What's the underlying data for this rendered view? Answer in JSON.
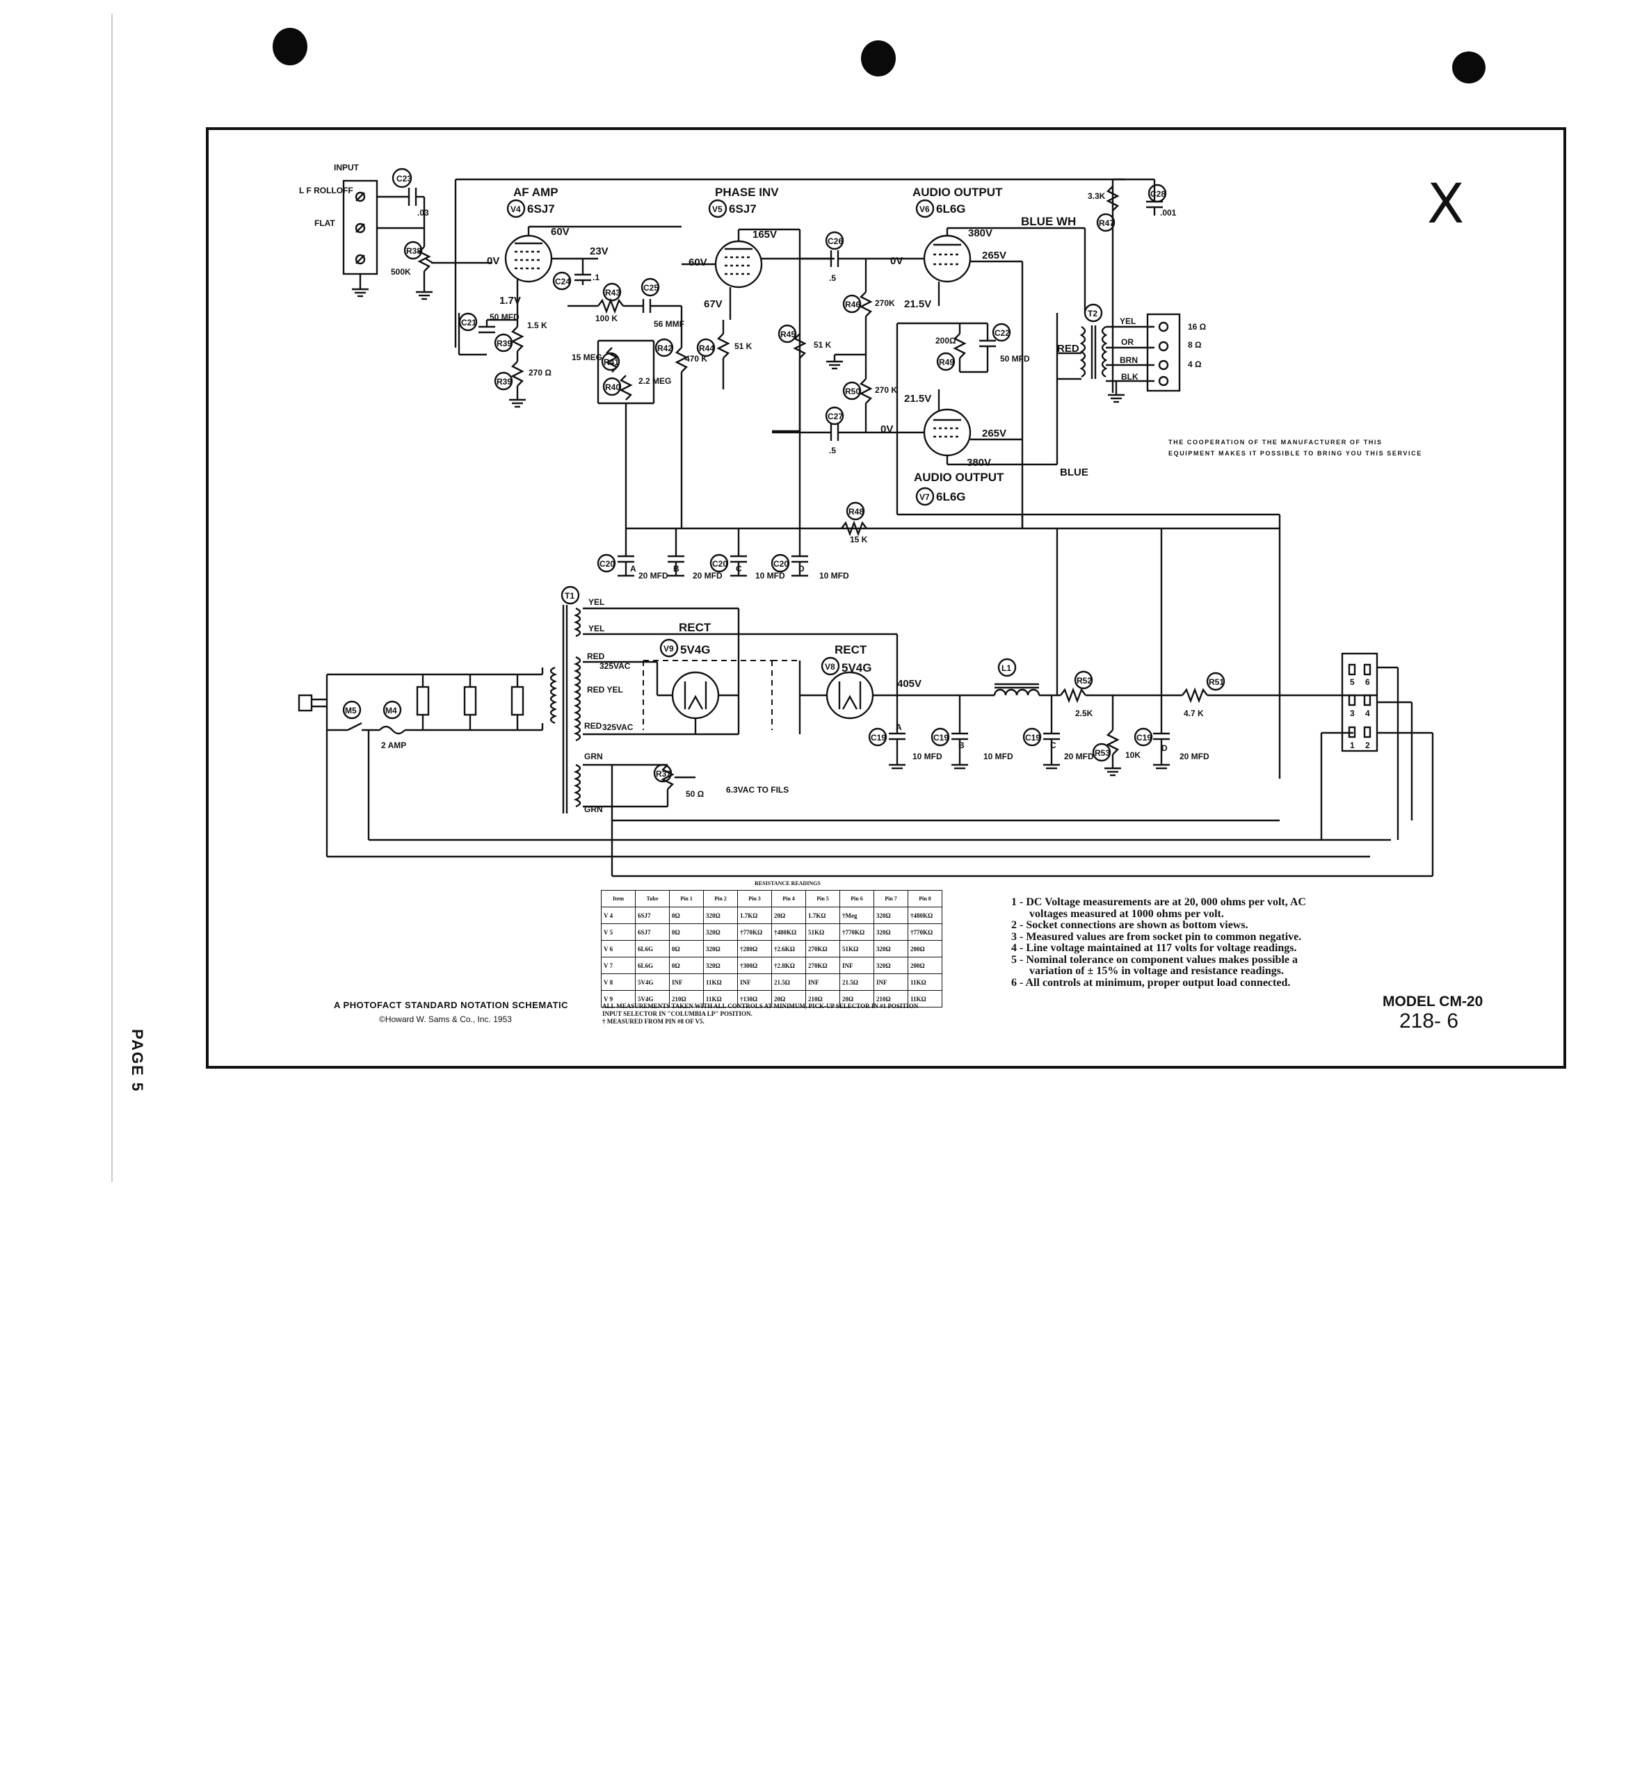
{
  "schematic": {
    "input_block": {
      "title": "INPUT",
      "switch_labels": [
        "L F ROLLOFF",
        "FLAT"
      ]
    },
    "tubes": [
      {
        "ref": "V4",
        "type": "6SJ7",
        "function": "AF AMP"
      },
      {
        "ref": "V5",
        "type": "6SJ7",
        "function": "PHASE INV"
      },
      {
        "ref": "V6",
        "type": "6L6G",
        "function": "AUDIO OUTPUT"
      },
      {
        "ref": "V7",
        "type": "6L6G",
        "function": "AUDIO OUTPUT"
      },
      {
        "ref": "V9",
        "type": "5V4G",
        "function": "RECT"
      },
      {
        "ref": "V8",
        "type": "5V4G",
        "function": "RECT"
      }
    ],
    "component_refs": [
      "C23",
      "R38",
      "R39",
      "C21",
      "C24",
      "R43",
      "C25",
      "R41",
      "R40",
      "R42",
      "R44",
      "R45",
      "C26",
      "R46",
      "C27",
      "R50",
      "C22",
      "R49",
      "R47",
      "C28",
      "R48",
      "C20",
      "R52",
      "R51",
      "R53",
      "C19",
      "R37",
      "T1",
      "T2",
      "L1",
      "M5",
      "M4"
    ],
    "values": {
      "c23": ".03",
      "r38": "500K",
      "c21": "50 MFD",
      "r39_top": "1.5 K",
      "r39": "270 Ω",
      "c24": ".1",
      "r43": "100 K",
      "c25": "56 MMF",
      "r41": "15 MEG",
      "r40": "2.2 MEG",
      "r42": "470 K",
      "r44": "51 K",
      "r45": "51 K",
      "c26": ".5",
      "r46": "270K",
      "c27": ".5",
      "r50": "270 K",
      "r49": "200Ω",
      "c22": "50 MFD",
      "r47": "3.3K",
      "c28": ".001",
      "r48": "15 K",
      "c20a": "20 MFD",
      "c20b": "20 MFD",
      "c20c": "10 MFD",
      "c20d": "10 MFD",
      "r52": "2.5K",
      "r51": "4.7 K",
      "r53": "10K",
      "c19a": "10 MFD",
      "c19b": "10 MFD",
      "c19c": "20 MFD",
      "c19d": "20 MFD",
      "r37": "50 Ω",
      "fuse": "2 AMP"
    },
    "voltages": {
      "v4_plate": "60V",
      "v4_screen": "23V",
      "v4_grid": "0V",
      "v4_cathode": "1.7V",
      "v5_plate": "165V",
      "v5_grid": "60V",
      "v5_cathode": "67V",
      "v6_plate": "380V",
      "v6_screen": "265V",
      "v6_grid": "0V",
      "v6_cathode": "21.5V",
      "v7_plate": "380V",
      "v7_screen": "265V",
      "v7_grid": "0V",
      "v7_cathode": "21.5V",
      "b_plus": "405V",
      "hv1": "325VAC",
      "hv2": "325VAC",
      "fil": "6.3VAC TO FILS"
    },
    "wire_colors": [
      "BLUE WH",
      "RED",
      "BLUE",
      "YEL",
      "OR",
      "BRN",
      "BLK",
      "YEL",
      "YEL",
      "RED",
      "RED YEL",
      "RED",
      "GRN",
      "GRN"
    ],
    "speaker_taps": [
      "16 Ω",
      "8 Ω",
      "4 Ω"
    ],
    "plug_pins": [
      "5",
      "6",
      "3",
      "4",
      "1",
      "2"
    ],
    "cap_sections": [
      "A",
      "B",
      "C",
      "D"
    ],
    "mark": "X"
  },
  "resistance_table": {
    "title": "RESISTANCE READINGS",
    "headers": [
      "Item",
      "Tube",
      "Pin 1",
      "Pin 2",
      "Pin 3",
      "Pin 4",
      "Pin 5",
      "Pin 6",
      "Pin 7",
      "Pin 8"
    ],
    "rows": [
      [
        "V 4",
        "6SJ7",
        "0Ω",
        "320Ω",
        "1.7KΩ",
        "20Ω",
        "1.7KΩ",
        "†Meg",
        "320Ω",
        "†480KΩ"
      ],
      [
        "V 5",
        "6SJ7",
        "0Ω",
        "320Ω",
        "†770KΩ",
        "†480KΩ",
        "51KΩ",
        "†770KΩ",
        "320Ω",
        "†770KΩ"
      ],
      [
        "V 6",
        "6L6G",
        "0Ω",
        "320Ω",
        "†280Ω",
        "†2.6KΩ",
        "270KΩ",
        "51KΩ",
        "320Ω",
        "200Ω"
      ],
      [
        "V 7",
        "6L6G",
        "0Ω",
        "320Ω",
        "†300Ω",
        "†2.8KΩ",
        "270KΩ",
        "INF",
        "320Ω",
        "200Ω"
      ],
      [
        "V 8",
        "5V4G",
        "INF",
        "11KΩ",
        "INF",
        "21.5Ω",
        "INF",
        "21.5Ω",
        "INF",
        "11KΩ"
      ],
      [
        "V 9",
        "5V4G",
        "210Ω",
        "11KΩ",
        "†130Ω",
        "20Ω",
        "210Ω",
        "20Ω",
        "210Ω",
        "11KΩ"
      ]
    ],
    "footnotes": [
      "ALL MEASUREMENTS TAKEN WITH ALL CONTROLS AT MINIMUM, PICK-UP SELECTOR IN #1 POSITION",
      "INPUT SELECTOR IN \"COLUMBIA LP\" POSITION.",
      "† MEASURED FROM PIN #8 OF V5."
    ]
  },
  "notes": [
    "1 - DC Voltage measurements are at 20, 000 ohms per volt, AC",
    "voltages measured at 1000 ohms per volt.",
    "2 - Socket connections are shown as bottom views.",
    "3 - Measured values are from socket pin to common negative.",
    "4 - Line voltage maintained at 117 volts for voltage readings.",
    "5 - Nominal tolerance on component values makes possible a",
    "variation of ± 15% in voltage and resistance readings.",
    "6 - All controls at minimum, proper output load connected."
  ],
  "credits": {
    "line1": "A PHOTOFACT STANDARD NOTATION SCHEMATIC",
    "line2": "©Howard W. Sams & Co., Inc. 1953"
  },
  "cooperation": [
    "THE COOPERATION OF THE MANUFACTURER OF THIS",
    "EQUIPMENT MAKES IT POSSIBLE TO BRING YOU THIS SERVICE"
  ],
  "model": "MODEL CM-20",
  "doc_number": "218- 6",
  "page_label": "PAGE 5"
}
